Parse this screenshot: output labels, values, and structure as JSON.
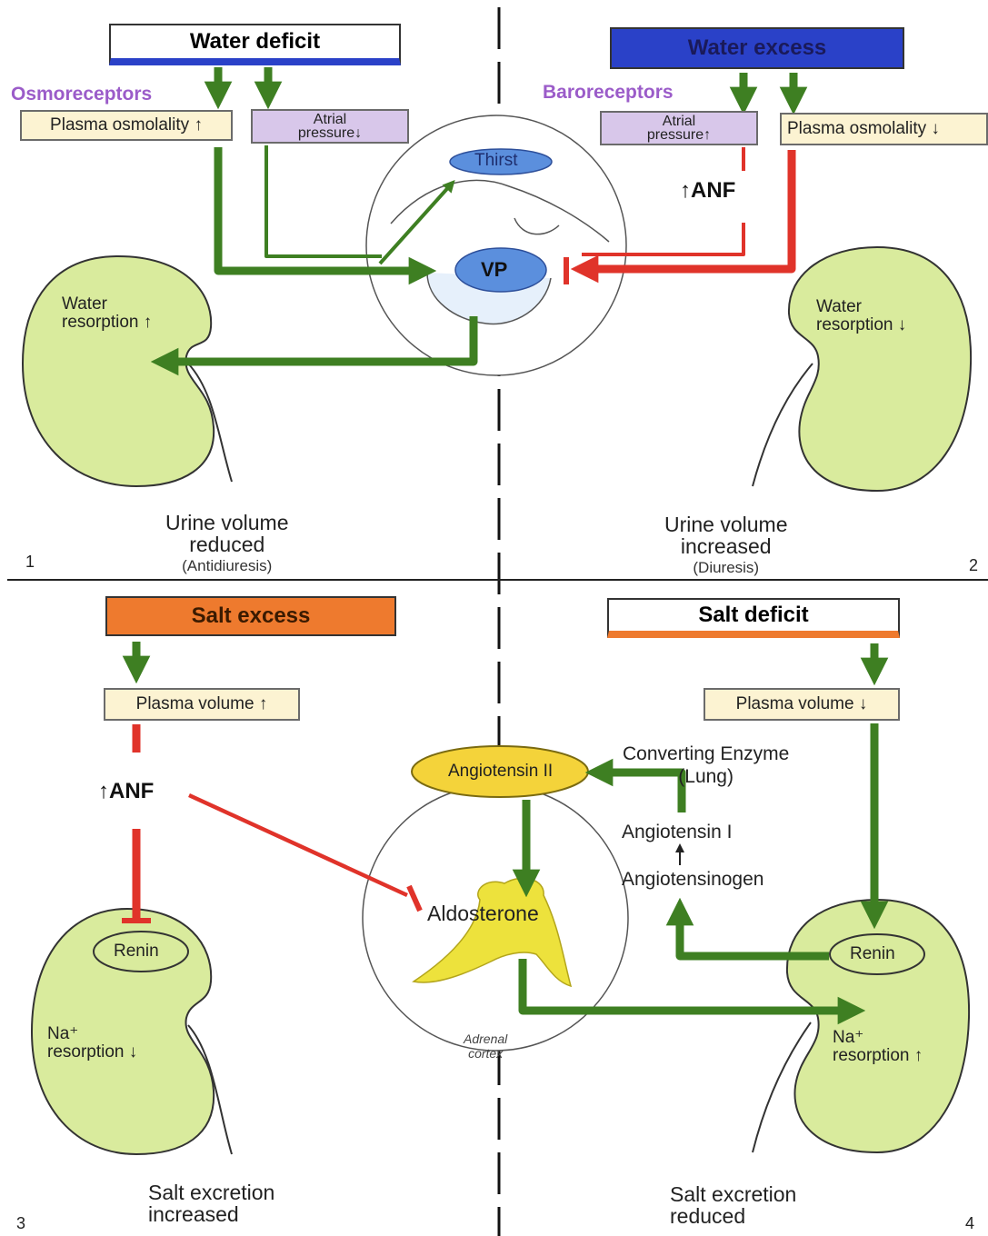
{
  "panel1": {
    "number": "1",
    "header": "Water deficit",
    "receptor": "Osmoreceptors",
    "box_osmolality": "Plasma osmolality",
    "box_atrial_line1": "Atrial",
    "box_atrial_line2": "pressure",
    "kidney_line1": "Water",
    "kidney_line2": "resorption",
    "result_line1": "Urine volume",
    "result_line2": "reduced",
    "result_note": "(Antidiuresis)"
  },
  "panel2": {
    "number": "2",
    "header": "Water excess",
    "receptor": "Baroreceptors",
    "box_atrial_line1": "Atrial",
    "box_atrial_line2": "pressure",
    "box_osmolality": "Plasma osmolality",
    "anf": "ANF",
    "kidney_line1": "Water",
    "kidney_line2": "resorption",
    "result_line1": "Urine volume",
    "result_line2": "increased",
    "result_note": "(Diuresis)"
  },
  "brain": {
    "thirst": "Thirst",
    "vp": "VP"
  },
  "panel3": {
    "number": "3",
    "header": "Salt excess",
    "box_volume": "Plasma volume",
    "anf": "ANF",
    "renin": "Renin",
    "kidney_line1": "Na⁺",
    "kidney_line2": "resorption",
    "result_line1": "Salt excretion",
    "result_line2": "increased"
  },
  "panel4": {
    "number": "4",
    "header": "Salt deficit",
    "box_volume": "Plasma volume",
    "renin": "Renin",
    "kidney_line1": "Na⁺",
    "kidney_line2": "resorption",
    "result_line1": "Salt excretion",
    "result_line2": "reduced"
  },
  "adrenal": {
    "angiotensin2": "Angiotensin II",
    "converting_line1": "Converting Enzyme",
    "converting_line2": "(Lung)",
    "angiotensin1": "Angiotensin I",
    "angiotensinogen": "Angiotensinogen",
    "aldosterone": "Aldosterone",
    "caption_line1": "Adrenal",
    "caption_line2": "cortex"
  },
  "colors": {
    "green_arrow": "#3e7f22",
    "red_arrow": "#e0332a",
    "kidney_fill": "#d9eb9d",
    "water_excess_header": "#2a41c8",
    "salt_excess_header": "#ee7a2e",
    "box_fill": "#fcf3d2",
    "purple_box": "#d8c7ea",
    "receptor_text": "#9b5cc9",
    "oval_blue": "#5b8fdd",
    "oval_yellow": "#f4d33a",
    "aldosterone_gland": "#ede23c"
  }
}
